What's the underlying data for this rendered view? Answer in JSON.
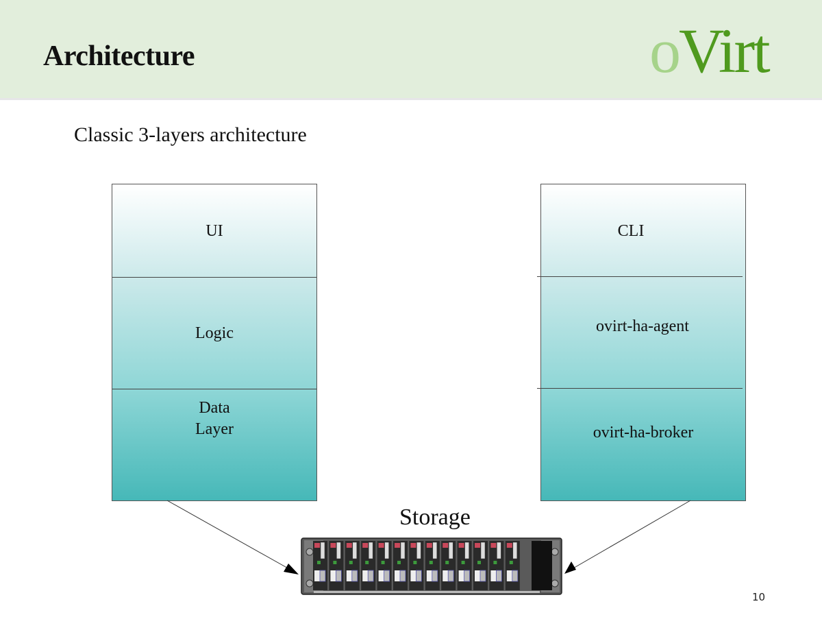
{
  "header": {
    "title": "Architecture",
    "logo": {
      "prefix": "o",
      "suffix": "Virt",
      "prefix_color": "#a6d38a",
      "suffix_color": "#4f9a1e"
    }
  },
  "subtitle": "Classic 3-layers architecture",
  "left_stack": {
    "layers": [
      {
        "label": "UI"
      },
      {
        "label": "Logic"
      },
      {
        "label_line1": "Data",
        "label_line2": "Layer"
      }
    ]
  },
  "right_stack": {
    "layers": [
      {
        "label": "CLI"
      },
      {
        "label": "ovirt-ha-agent"
      },
      {
        "label": "ovirt-ha-broker"
      }
    ]
  },
  "storage": {
    "label": "Storage",
    "drive_bays": 13,
    "icon": "storage-array-icon"
  },
  "page_number": "10"
}
